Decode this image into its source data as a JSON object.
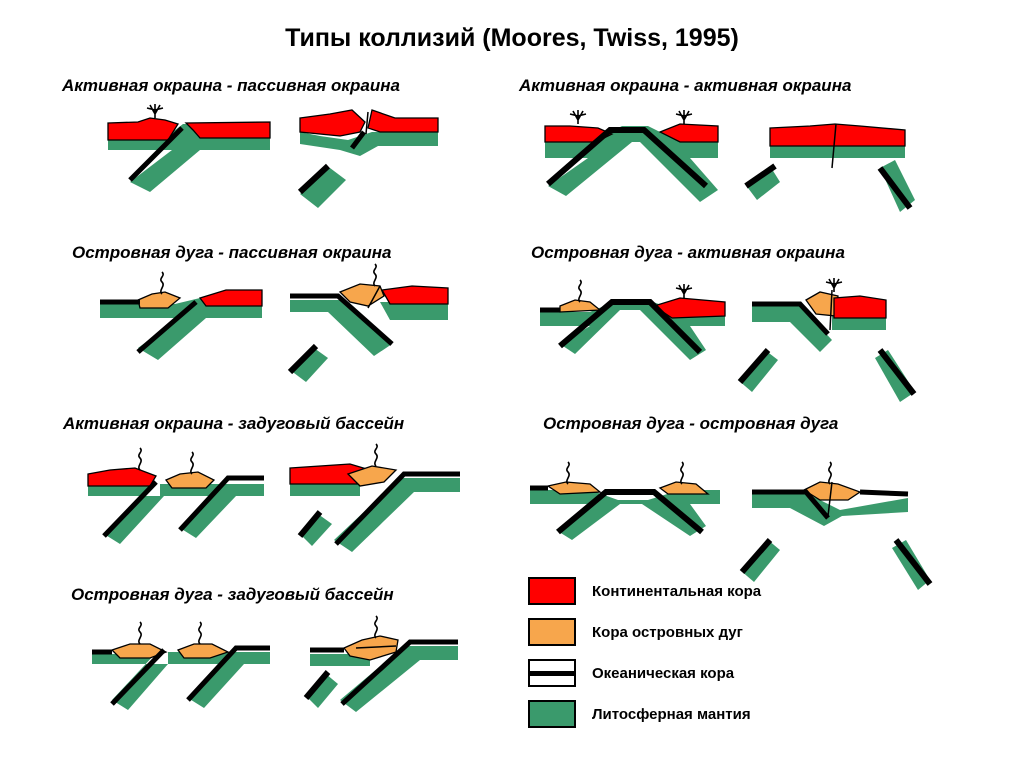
{
  "title": "Типы коллизий (Moores, Twiss, 1995)",
  "colors": {
    "continental_crust": "#ff0000",
    "island_arc_crust": "#f7a64c",
    "oceanic_crust": "#000000",
    "lithospheric_mantle": "#3a9a6c"
  },
  "collision_types": [
    {
      "label": "Активная окраина - пассивная окраина"
    },
    {
      "label": "Активная окраина - активная окраина"
    },
    {
      "label": "Островная дуга - пассивная окраина"
    },
    {
      "label": "Островная дуга - активная окраина"
    },
    {
      "label": "Активная окраина - задуговый бассейн"
    },
    {
      "label": "Островная дуга - островная дуга"
    },
    {
      "label": "Островная дуга - задуговый бассейн"
    }
  ],
  "legend": [
    {
      "label": "Континентальная кора",
      "color": "#ff0000",
      "style": "fill"
    },
    {
      "label": "Кора островных дуг",
      "color": "#f7a64c",
      "style": "fill"
    },
    {
      "label": "Океаническая кора",
      "color": "#000000",
      "style": "black-stripe"
    },
    {
      "label": "Литосферная мантия",
      "color": "#3a9a6c",
      "style": "fill"
    }
  ]
}
